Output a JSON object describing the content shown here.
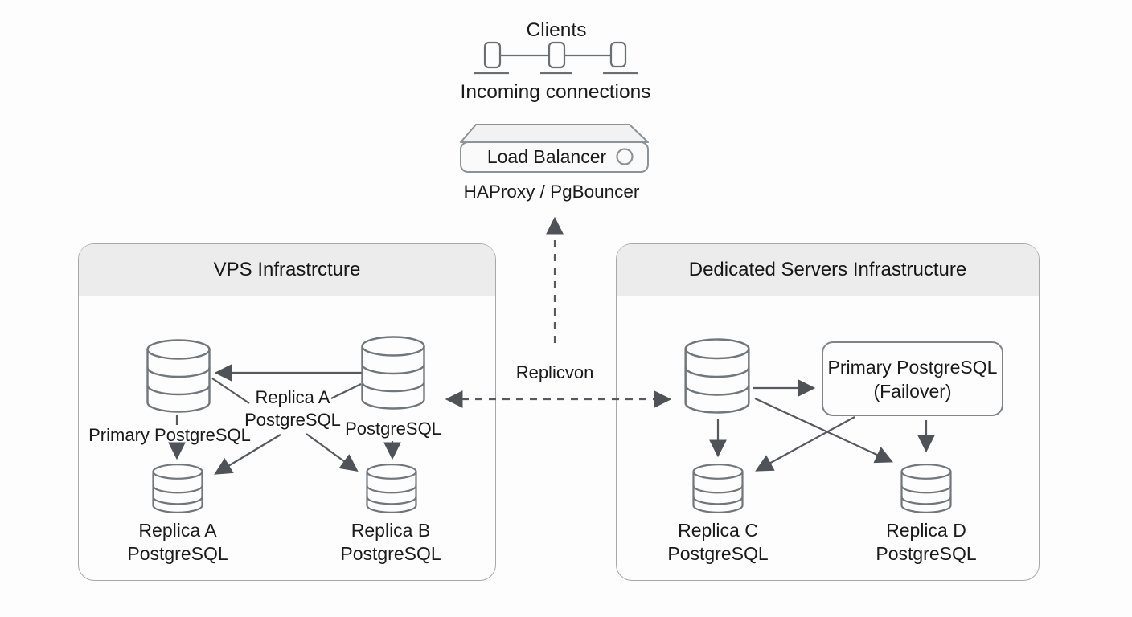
{
  "clients": {
    "title": "Clients",
    "caption": "Incoming connections"
  },
  "load_balancer": {
    "label": "Load Balancer",
    "caption": "HAProxy / PgBouncer"
  },
  "replication": {
    "label": "Replicvon"
  },
  "vps": {
    "title": "VPS Infrastrcture",
    "primary_label": "Primary PostgreSQL",
    "callout": {
      "line1": "Replica A",
      "line2": "PostgreSQL"
    },
    "secondary_label": "PostgreSQL",
    "replica_a": {
      "line1": "Replica A",
      "line2": "PostgreSQL"
    },
    "replica_b": {
      "line1": "Replica B",
      "line2": "PostgreSQL"
    }
  },
  "dedicated": {
    "title": "Dedicated Servers Infrastructure",
    "failover": {
      "line1": "Primary PostgreSQL",
      "line2": "(Failover)"
    },
    "replica_c": {
      "line1": "Replica C",
      "line2": "PostgreSQL"
    },
    "replica_d": {
      "line1": "Replica D",
      "line2": "PostgreSQL"
    }
  },
  "colors": {
    "line": "#565a5e",
    "box_border": "#a5a9ac",
    "header_fill": "#ececec",
    "text": "#1a1a1a",
    "background": "#fdfdfd"
  }
}
